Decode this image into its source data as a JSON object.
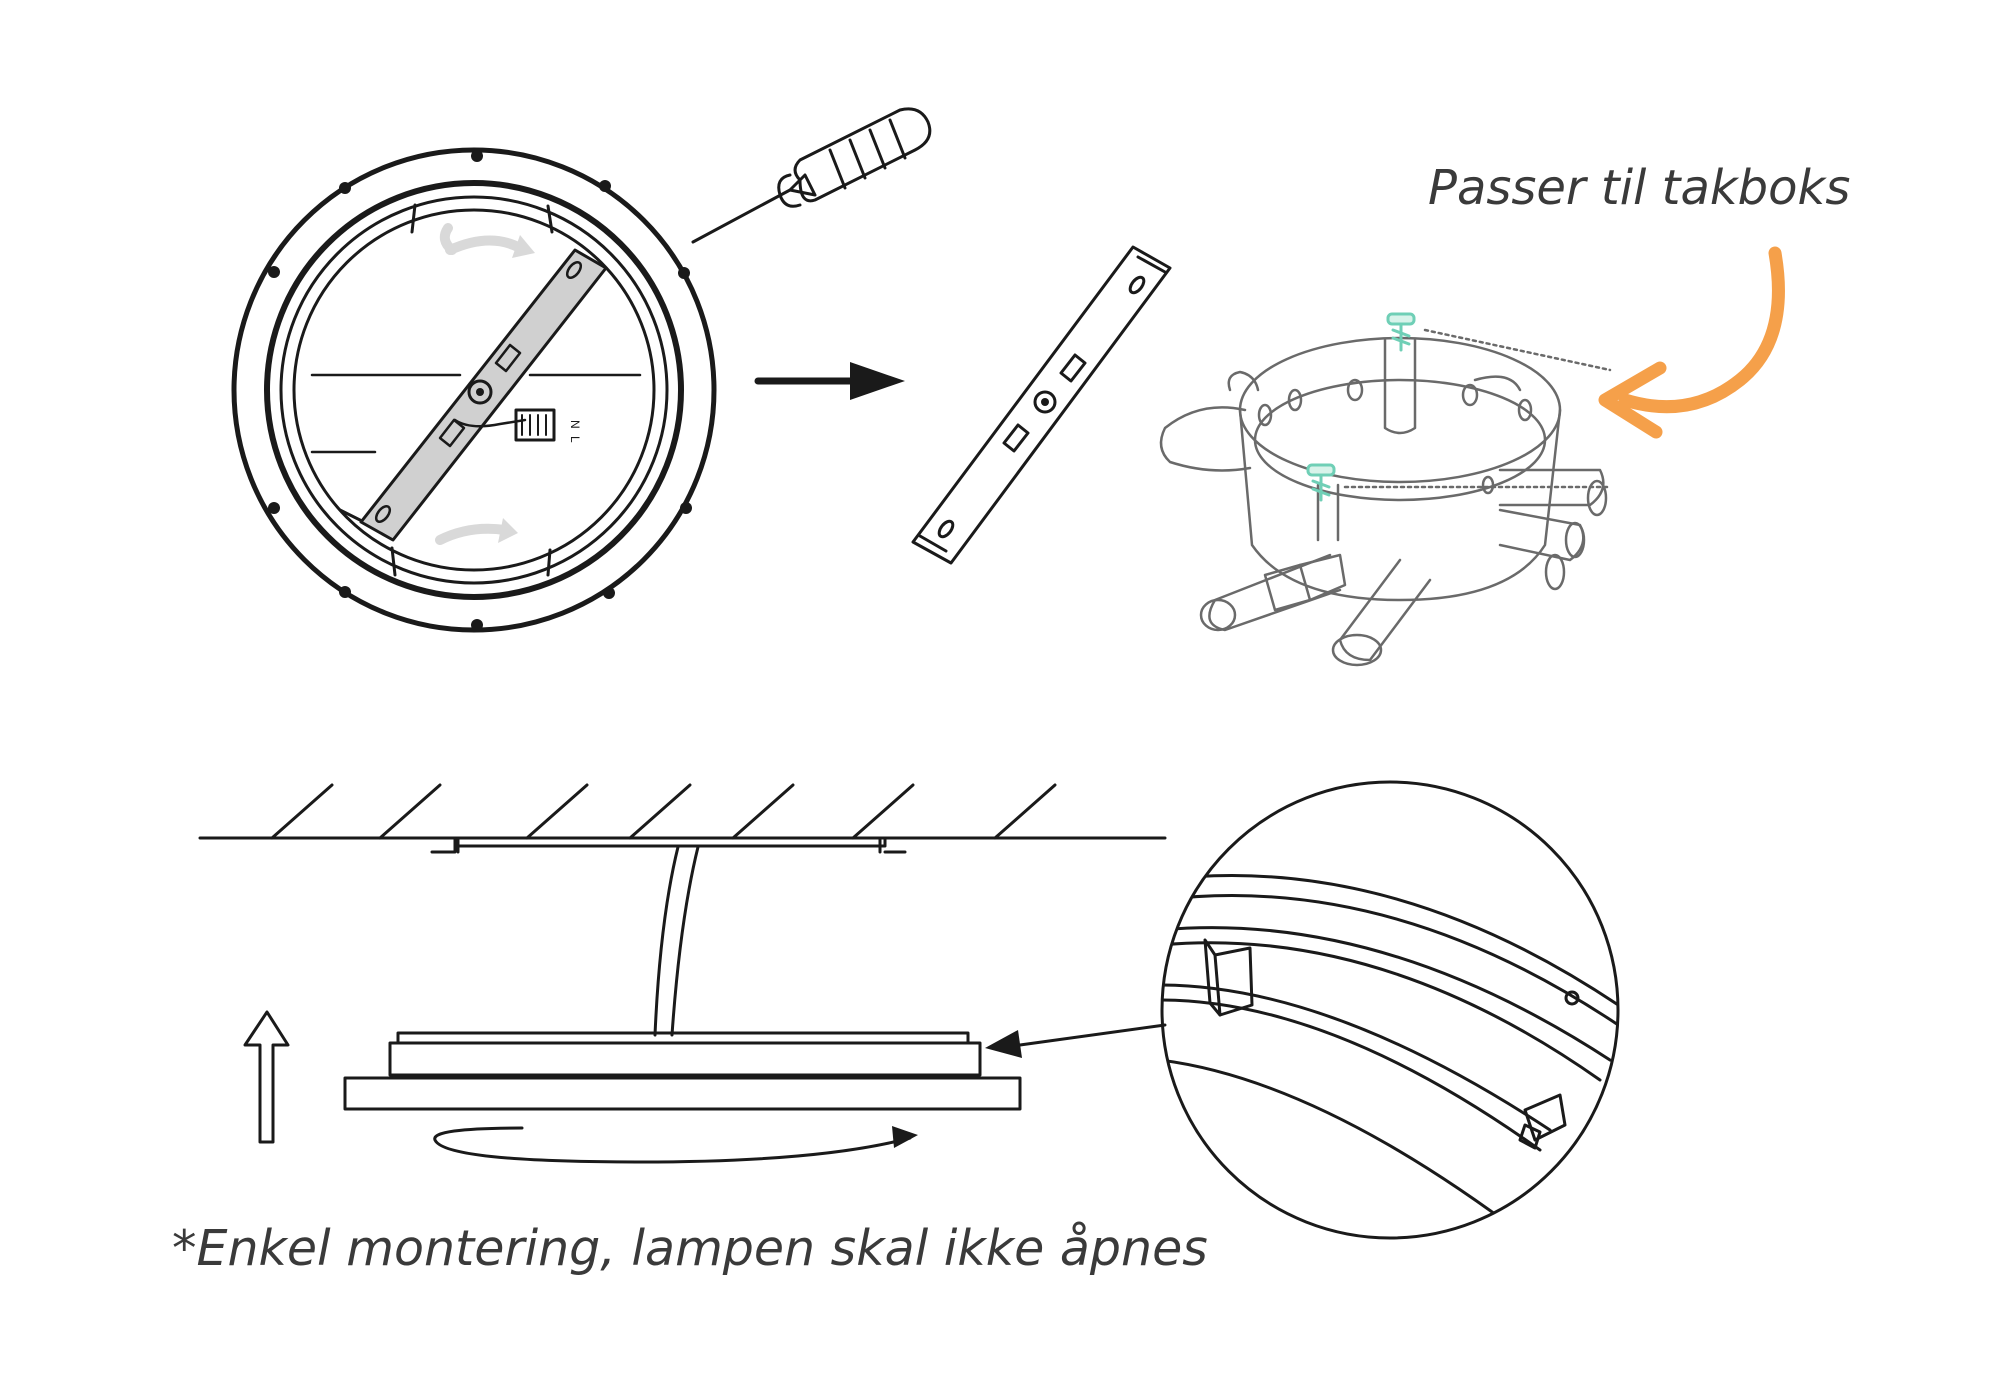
{
  "labels": {
    "ceiling_box_fit": "Passer til takboks",
    "mounting_note": "*Enkel montering, lampen skal ikke åpnes",
    "terminal_n": "N",
    "terminal_l": "L"
  },
  "colors": {
    "line": "#1a1a1a",
    "text": "#3a3a3a",
    "bracket_fill": "#d0d0d0",
    "rotate_arrow": "#d9d9d9",
    "screw_accent": "#6fcfb6",
    "pointer_arrow": "#f5a04a",
    "background": "#ffffff"
  },
  "icons": [
    "screwdriver-icon",
    "right-arrow-icon",
    "up-arrow-icon",
    "rotate-arrow-icon",
    "curved-arrow-icon"
  ]
}
